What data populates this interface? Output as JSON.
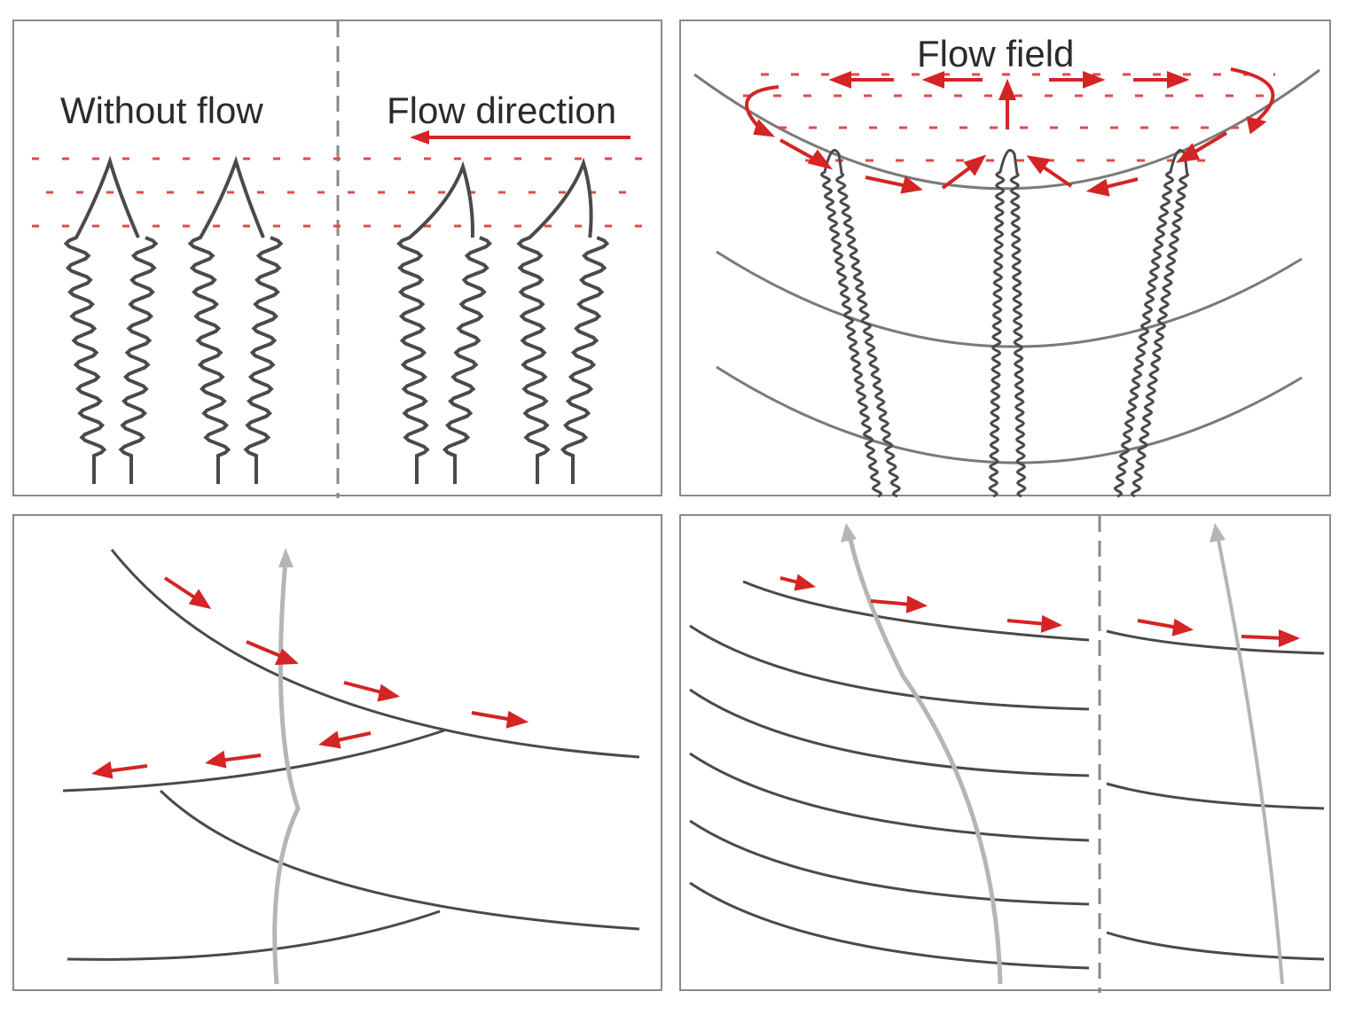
{
  "panel_a": {
    "label_left": "Without flow",
    "label_right": "Flow direction"
  },
  "panel_b": {
    "label": "Flow field"
  },
  "colors": {
    "stroke": "#4a4a4a",
    "grey_arrow": "#b5b5b5",
    "flow": "#d42424",
    "frame": "#8a8a8a"
  }
}
